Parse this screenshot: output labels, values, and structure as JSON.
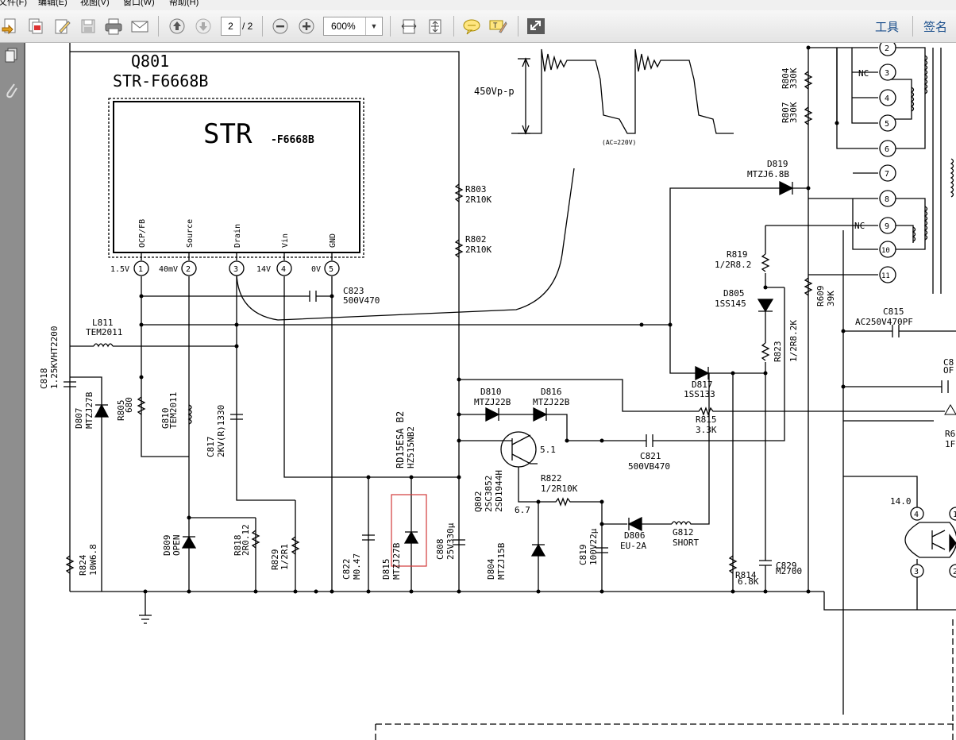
{
  "menu": [
    "文件(F)",
    "编辑(E)",
    "视图(V)",
    "窗口(W)",
    "帮助(H)"
  ],
  "toolbar": {
    "page_current": "2",
    "page_total": "/ 2",
    "zoom": "600%",
    "tools_label": "工具",
    "sign_label": "签名"
  },
  "schematic": {
    "q801": "Q801",
    "q801_part": "STR-F6668B",
    "ic_brand": "STR",
    "ic_model": "-F6668B",
    "pins": [
      "OCP/FB",
      "Source",
      "Drain",
      "Vin",
      "GND"
    ],
    "pin_nums": [
      "1",
      "2",
      "3",
      "4",
      "5"
    ],
    "pin_volts": [
      "1.5V",
      "40mV",
      "14V",
      "0V"
    ],
    "waveform_amp": "450Vp-p",
    "waveform_cond": "(AC=220V)",
    "c823": [
      "C823",
      "500V470"
    ],
    "l811": [
      "L811",
      "TEM2011"
    ],
    "c818": [
      "C818",
      "1.25KVHT2200"
    ],
    "d807": [
      "D807",
      "MTZJ27B"
    ],
    "r805": [
      "R805",
      "680"
    ],
    "g810": [
      "G810",
      "TEM2011"
    ],
    "c817": [
      "C817",
      "2KV(R)1330"
    ],
    "d809": [
      "D809",
      "OPEN"
    ],
    "r818": [
      "R818",
      "2R0.12"
    ],
    "r829": [
      "R829",
      "1/2R1"
    ],
    "r824": [
      "R824",
      "10W6.8"
    ],
    "c822": [
      "C822",
      "M0.47"
    ],
    "d815": [
      "D815",
      "MTZJ27B"
    ],
    "rd15": [
      "RD15ESA B2",
      "HZ515NB2"
    ],
    "c808": [
      "C808",
      "25V330μ"
    ],
    "r803": [
      "R803",
      "2R10K"
    ],
    "r802": [
      "R802",
      "2R10K"
    ],
    "d810": [
      "D810",
      "MTZJ22B"
    ],
    "d816": [
      "D816",
      "MTZJ22B"
    ],
    "q802": [
      "Q802",
      "2SC3852",
      "2SD1944H"
    ],
    "q802_v": [
      "5.1",
      "6.7"
    ],
    "r822": [
      "R822",
      "1/2R10K"
    ],
    "d804": [
      "D804",
      "MTZJ15B"
    ],
    "c819": [
      "C819",
      "100V22μ"
    ],
    "d806": [
      "D806",
      "EU-2A"
    ],
    "g812": [
      "G812",
      "SHORT"
    ],
    "c821": [
      "C821",
      "500VB470"
    ],
    "r815": [
      "R815",
      "3.3K"
    ],
    "d817": [
      "D817",
      "1SS133"
    ],
    "d805": [
      "D805",
      "1SS145"
    ],
    "r819": [
      "R819",
      "1/2R8.2"
    ],
    "r823": [
      "R823",
      "1/2R8.2K"
    ],
    "d819": [
      "D819",
      "MTZJ6.8B"
    ],
    "r807": [
      "R807",
      "330K"
    ],
    "r804": [
      "R804",
      "330K"
    ],
    "r609": [
      "R609",
      "39K"
    ],
    "c815": [
      "C815",
      "AC250V470PF"
    ],
    "r814": [
      "R814",
      "6.8K"
    ],
    "c829": [
      "C829",
      "M2700"
    ],
    "opto_v": "14.0",
    "opto_pins": [
      "4",
      "3",
      "1",
      "2"
    ],
    "nc": "NC",
    "tpins": [
      "2",
      "3",
      "4",
      "5",
      "6",
      "7",
      "8",
      "9",
      "10",
      "11"
    ],
    "right_edge": [
      "C8",
      "OF",
      "R6",
      "1F"
    ]
  }
}
